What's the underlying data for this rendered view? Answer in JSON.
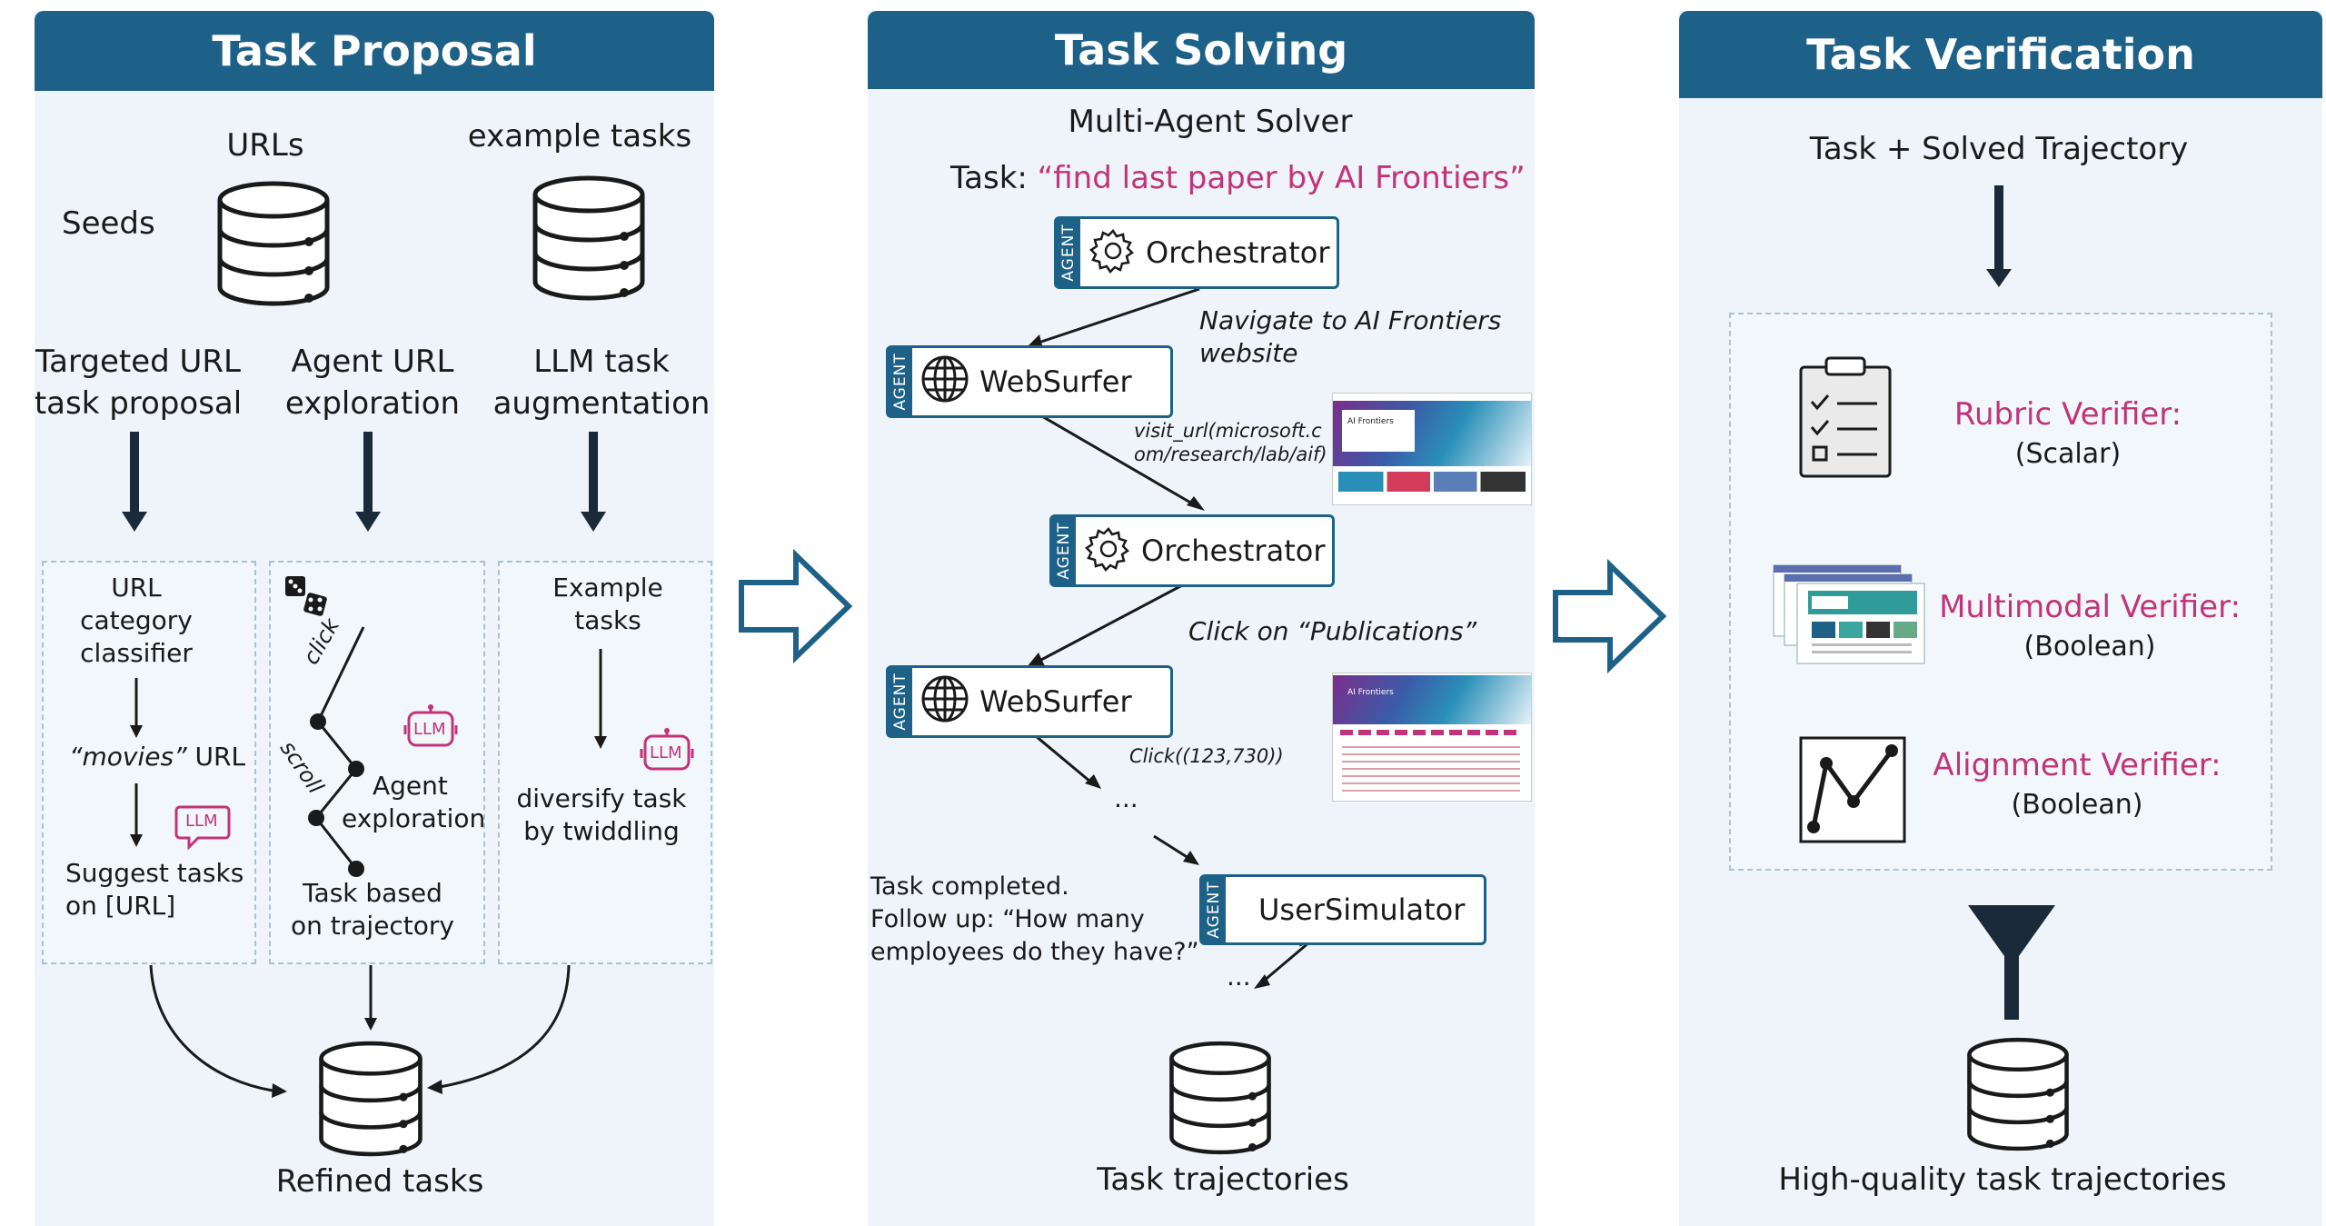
{
  "colors": {
    "header": "#1d6188",
    "panel_bg": "#eef4f9",
    "accent_pink": "#c2337a",
    "dark_arrow": "#1b2a38"
  },
  "proposal": {
    "title": "Task Proposal",
    "urls": "URLs",
    "example_tasks": "example tasks",
    "seeds": "Seeds",
    "col1_title_l1": "Targeted URL",
    "col1_title_l2": "task proposal",
    "col2_title_l1": "Agent URL",
    "col2_title_l2": "exploration",
    "col3_title_l1": "LLM task",
    "col3_title_l2": "augmentation",
    "box1_l1": "URL",
    "box1_l2": "category",
    "box1_l3": "classifier",
    "box1_movies_italic": "“movies”",
    "box1_movies_rest": " URL",
    "box1_suggest_l1": "Suggest tasks",
    "box1_suggest_l2": "on [URL]",
    "box2_click": "click",
    "box2_scroll": "scroll",
    "box2_agent_l1": "Agent",
    "box2_agent_l2": "exploration",
    "box2_task_l1": "Task based",
    "box2_task_l2": "on trajectory",
    "box3_l1": "Example",
    "box3_l2": "tasks",
    "box3_div_l1": "diversify task",
    "box3_div_l2": "by twiddling",
    "llm": "LLM",
    "refined": "Refined tasks"
  },
  "solving": {
    "title": "Task Solving",
    "multi_agent": "Multi-Agent Solver",
    "task_prefix": "Task: ",
    "task_quote": "“find last paper by AI Frontiers”",
    "agent_tag": "AGENT",
    "orchestrator": "Orchestrator",
    "websurfer": "WebSurfer",
    "usersimulator": "UserSimulator",
    "navigate_l1": "Navigate to AI Frontiers",
    "navigate_l2": "website",
    "visit_l1": "visit_url(microsoft.c",
    "visit_l2": "om/research/lab/aif)",
    "click_pub": "Click on “Publications”",
    "click_coords": "Click((123,730))",
    "ellipsis": "...",
    "completed_l1": "Task completed.",
    "completed_l2": "Follow up: “How many",
    "completed_l3": "employees do they have?”",
    "thumb_label": "AI Frontiers",
    "trajectories": "Task trajectories"
  },
  "verification": {
    "title": "Task Verification",
    "input": "Task + Solved Trajectory",
    "rubric": "Rubric Verifier:",
    "rubric_type": "(Scalar)",
    "multimodal": "Multimodal Verifier:",
    "multimodal_type": "(Boolean)",
    "alignment": "Alignment Verifier:",
    "alignment_type": "(Boolean)",
    "output": "High-quality task trajectories"
  }
}
